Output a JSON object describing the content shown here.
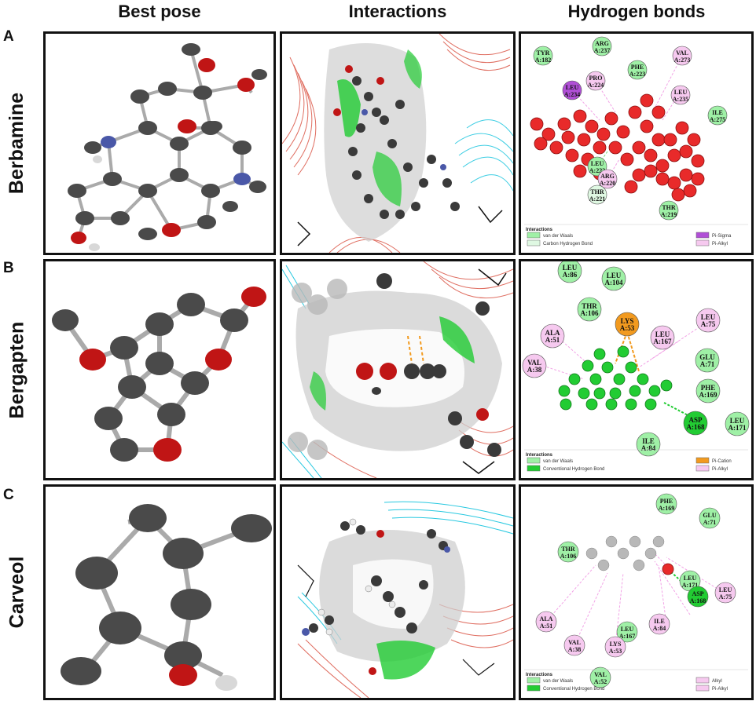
{
  "columns": [
    "Best pose",
    "Interactions",
    "Hydrogen bonds"
  ],
  "rows": [
    {
      "letter": "A",
      "compound": "Berbamine",
      "residues": [
        {
          "text": "TYR A:182",
          "kind": "vdw"
        },
        {
          "text": "ARG A:237",
          "kind": "vdw"
        },
        {
          "text": "PRO A:224",
          "kind": "alkyl"
        },
        {
          "text": "PHE A:223",
          "kind": "vdw"
        },
        {
          "text": "VAL A:273",
          "kind": "alkyl"
        },
        {
          "text": "LEU A:234",
          "kind": "sigma"
        },
        {
          "text": "LEU A:235",
          "kind": "alkyl"
        },
        {
          "text": "ILE A:275",
          "kind": "vdw"
        },
        {
          "text": "LEU A:222",
          "kind": "vdw"
        },
        {
          "text": "ARG A:220",
          "kind": "alkyl"
        },
        {
          "text": "THR A:221",
          "kind": "chb"
        },
        {
          "text": "THR A:219",
          "kind": "vdw"
        }
      ],
      "legend": {
        "title": "Interactions",
        "items": [
          {
            "label": "van der Waals",
            "kind": "vdw"
          },
          {
            "label": "Carbon Hydrogen Bond",
            "kind": "chb"
          },
          {
            "label": "Pi-Sigma",
            "kind": "sigma"
          },
          {
            "label": "Pi-Alkyl",
            "kind": "alkyl"
          }
        ]
      }
    },
    {
      "letter": "B",
      "compound": "Bergapten",
      "residues": [
        {
          "text": "LEU A:86",
          "kind": "vdw"
        },
        {
          "text": "LEU A:104",
          "kind": "vdw"
        },
        {
          "text": "THR A:106",
          "kind": "vdw"
        },
        {
          "text": "LYS A:53",
          "kind": "cation"
        },
        {
          "text": "ALA A:51",
          "kind": "alkyl"
        },
        {
          "text": "LEU A:167",
          "kind": "alkyl"
        },
        {
          "text": "LEU A:75",
          "kind": "alkyl"
        },
        {
          "text": "VAL A:38",
          "kind": "alkyl"
        },
        {
          "text": "GLU A:71",
          "kind": "vdw"
        },
        {
          "text": "PHE A:169",
          "kind": "vdw"
        },
        {
          "text": "ASP A:168",
          "kind": "hb"
        },
        {
          "text": "LEU A:171",
          "kind": "vdw"
        },
        {
          "text": "ILE A:84",
          "kind": "vdw"
        }
      ],
      "legend": {
        "title": "Interactions",
        "items": [
          {
            "label": "van der Waals",
            "kind": "vdw"
          },
          {
            "label": "Conventional Hydrogen Bond",
            "kind": "hb"
          },
          {
            "label": "Pi-Cation",
            "kind": "cation"
          },
          {
            "label": "Pi-Alkyl",
            "kind": "alkyl"
          }
        ]
      }
    },
    {
      "letter": "C",
      "compound": "Carveol",
      "residues": [
        {
          "text": "PHE A:169",
          "kind": "vdw"
        },
        {
          "text": "GLU A:71",
          "kind": "vdw"
        },
        {
          "text": "THR A:106",
          "kind": "vdw"
        },
        {
          "text": "LEU A:171",
          "kind": "vdw"
        },
        {
          "text": "LEU A:75",
          "kind": "alkyl"
        },
        {
          "text": "ASP A:168",
          "kind": "hb"
        },
        {
          "text": "ALA A:51",
          "kind": "alkyl"
        },
        {
          "text": "LEU A:167",
          "kind": "vdw"
        },
        {
          "text": "ILE A:84",
          "kind": "alkyl"
        },
        {
          "text": "VAL A:38",
          "kind": "alkyl"
        },
        {
          "text": "LYS A:53",
          "kind": "alkyl"
        },
        {
          "text": "VAL A:52",
          "kind": "vdw"
        }
      ],
      "legend": {
        "title": "Interactions",
        "items": [
          {
            "label": "van der Waals",
            "kind": "vdw"
          },
          {
            "label": "Conventional Hydrogen Bond",
            "kind": "hb"
          },
          {
            "label": "Alkyl",
            "kind": "alkyl"
          },
          {
            "label": "Pi-Alkyl",
            "kind": "alkyl"
          }
        ]
      }
    }
  ],
  "colors": {
    "vdw": "#9ff0a6",
    "hb": "#22cc33",
    "chb": "#dff8e2",
    "alkyl": "#f6c9ef",
    "sigma": "#b04fd6",
    "cation": "#f29a1f",
    "carbon": "#4a4a4a",
    "oxygen": "#c01515",
    "nitrogen": "#4a58a8",
    "hydrogen": "#d8d8d8",
    "surface": "#cfcfcf",
    "ribbon_red": "#d84a3a",
    "ribbon_cyan": "#27c8e0"
  }
}
